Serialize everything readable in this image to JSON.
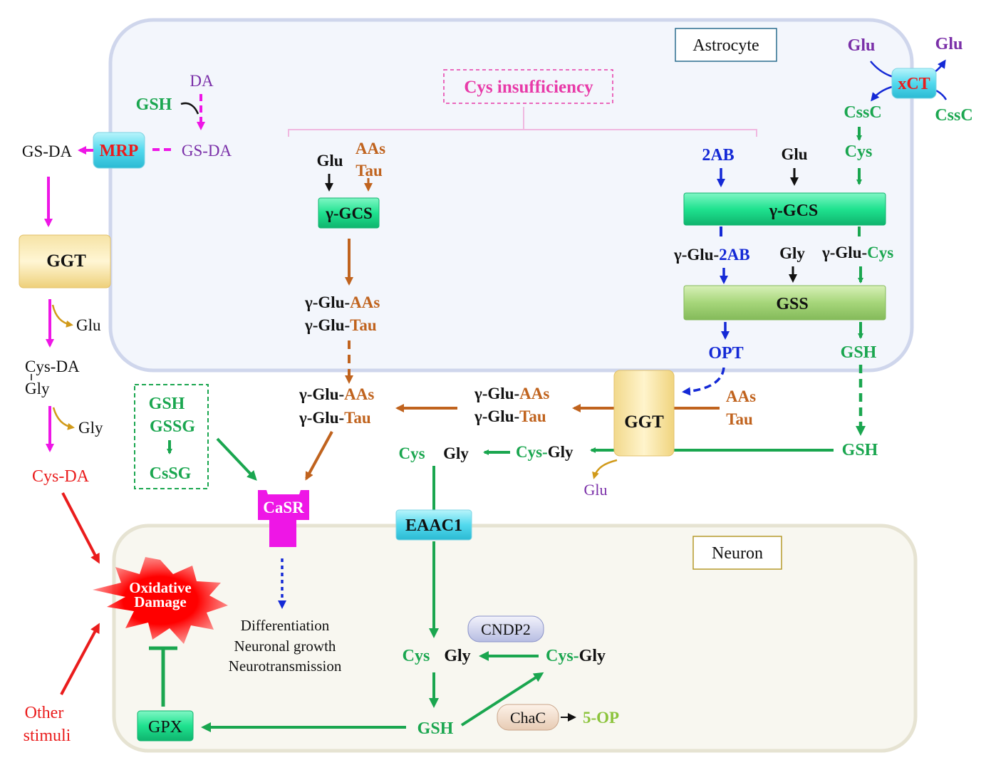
{
  "colors": {
    "green": "#1aa64f",
    "magenta": "#ee16e6",
    "brown": "#c0631e",
    "purple": "#7a2fa8",
    "blue": "#1429d6",
    "red": "#ea1c1c",
    "black": "#111111",
    "pink": "#e83aa8",
    "lightgreen": "#8cc43c",
    "gold": "#d19a1a"
  },
  "labels": {
    "astrocyte": "Astrocyte",
    "neuron": "Neuron",
    "cys_insufficiency": "Cys insufficiency",
    "glu_out": "Glu",
    "glu_in_top": "Glu",
    "xct": "xCT",
    "cssc_in": "CssC",
    "cssc_out": "CssC",
    "cys_top_right": "Cys",
    "ab2_top": "2AB",
    "glu_right_top": "Glu",
    "gcs_right": "γ-GCS",
    "gglu_2ab_a": "γ-Glu-",
    "gglu_2ab_b": "2AB",
    "gly_mid_right": "Gly",
    "gglu_cys_a": "γ-Glu-",
    "gglu_cys_b": "Cys",
    "gss": "GSS",
    "opt": "OPT",
    "gsh_right_astro": "GSH",
    "da": "DA",
    "gsh_left_astro": "GSH",
    "gsda_in": "GS-DA",
    "mrp": "MRP",
    "gsda_out": "GS-DA",
    "ggt_left": "GGT",
    "glu_ggt_left": "Glu",
    "cysda_gly_1": "Cys-DA",
    "cysda_gly_2": "Gly",
    "gly_left": "Gly",
    "cysda_red": "Cys-DA",
    "oxidative_1": "Oxidative",
    "oxidative_2": "Damage",
    "other_1": "Other",
    "other_2": "stimuli",
    "glu_mid": "Glu",
    "aas_mid": "AAs",
    "tau_mid": "Tau",
    "gcs_mid": "γ-GCS",
    "gglu_aas_mid_a": "γ-Glu-",
    "gglu_aas_mid_b": "AAs",
    "gglu_tau_mid_a": "γ-Glu-",
    "gglu_tau_mid_b": "Tau",
    "gglu_aas_low_a": "γ-Glu-",
    "gglu_aas_low_b": "AAs",
    "gglu_tau_low_a": "γ-Glu-",
    "gglu_tau_low_b": "Tau",
    "gglu_aas_r_a": "γ-Glu-",
    "gglu_aas_r_b": "AAs",
    "gglu_tau_r_a": "γ-Glu-",
    "gglu_tau_r_b": "Tau",
    "ggt_center": "GGT",
    "aas_ggt": "AAs",
    "tau_ggt": "Tau",
    "gsh_extracell": "GSH",
    "cysgly_ext_a": "Cys-",
    "cysgly_ext_b": "Gly",
    "glu_below_ggt": "Glu",
    "cys_ext": "Cys",
    "gly_ext": "Gly",
    "gsh_box": "GSH",
    "gssg_box": "GSSG",
    "cssg_box": "CsSG",
    "casr": "CaSR",
    "eaac1": "EAAC1",
    "diff_1": "Differentiation",
    "diff_2": "Neuronal growth",
    "diff_3": "Neurotransmission",
    "cndp2": "CNDP2",
    "cys_neuron": "Cys",
    "gly_neuron": "Gly",
    "cysgly_neu_a": "Cys-",
    "cysgly_neu_b": "Gly",
    "gsh_neuron": "GSH",
    "chac": "ChaC",
    "op5": "5-OP",
    "gpx": "GPX"
  }
}
